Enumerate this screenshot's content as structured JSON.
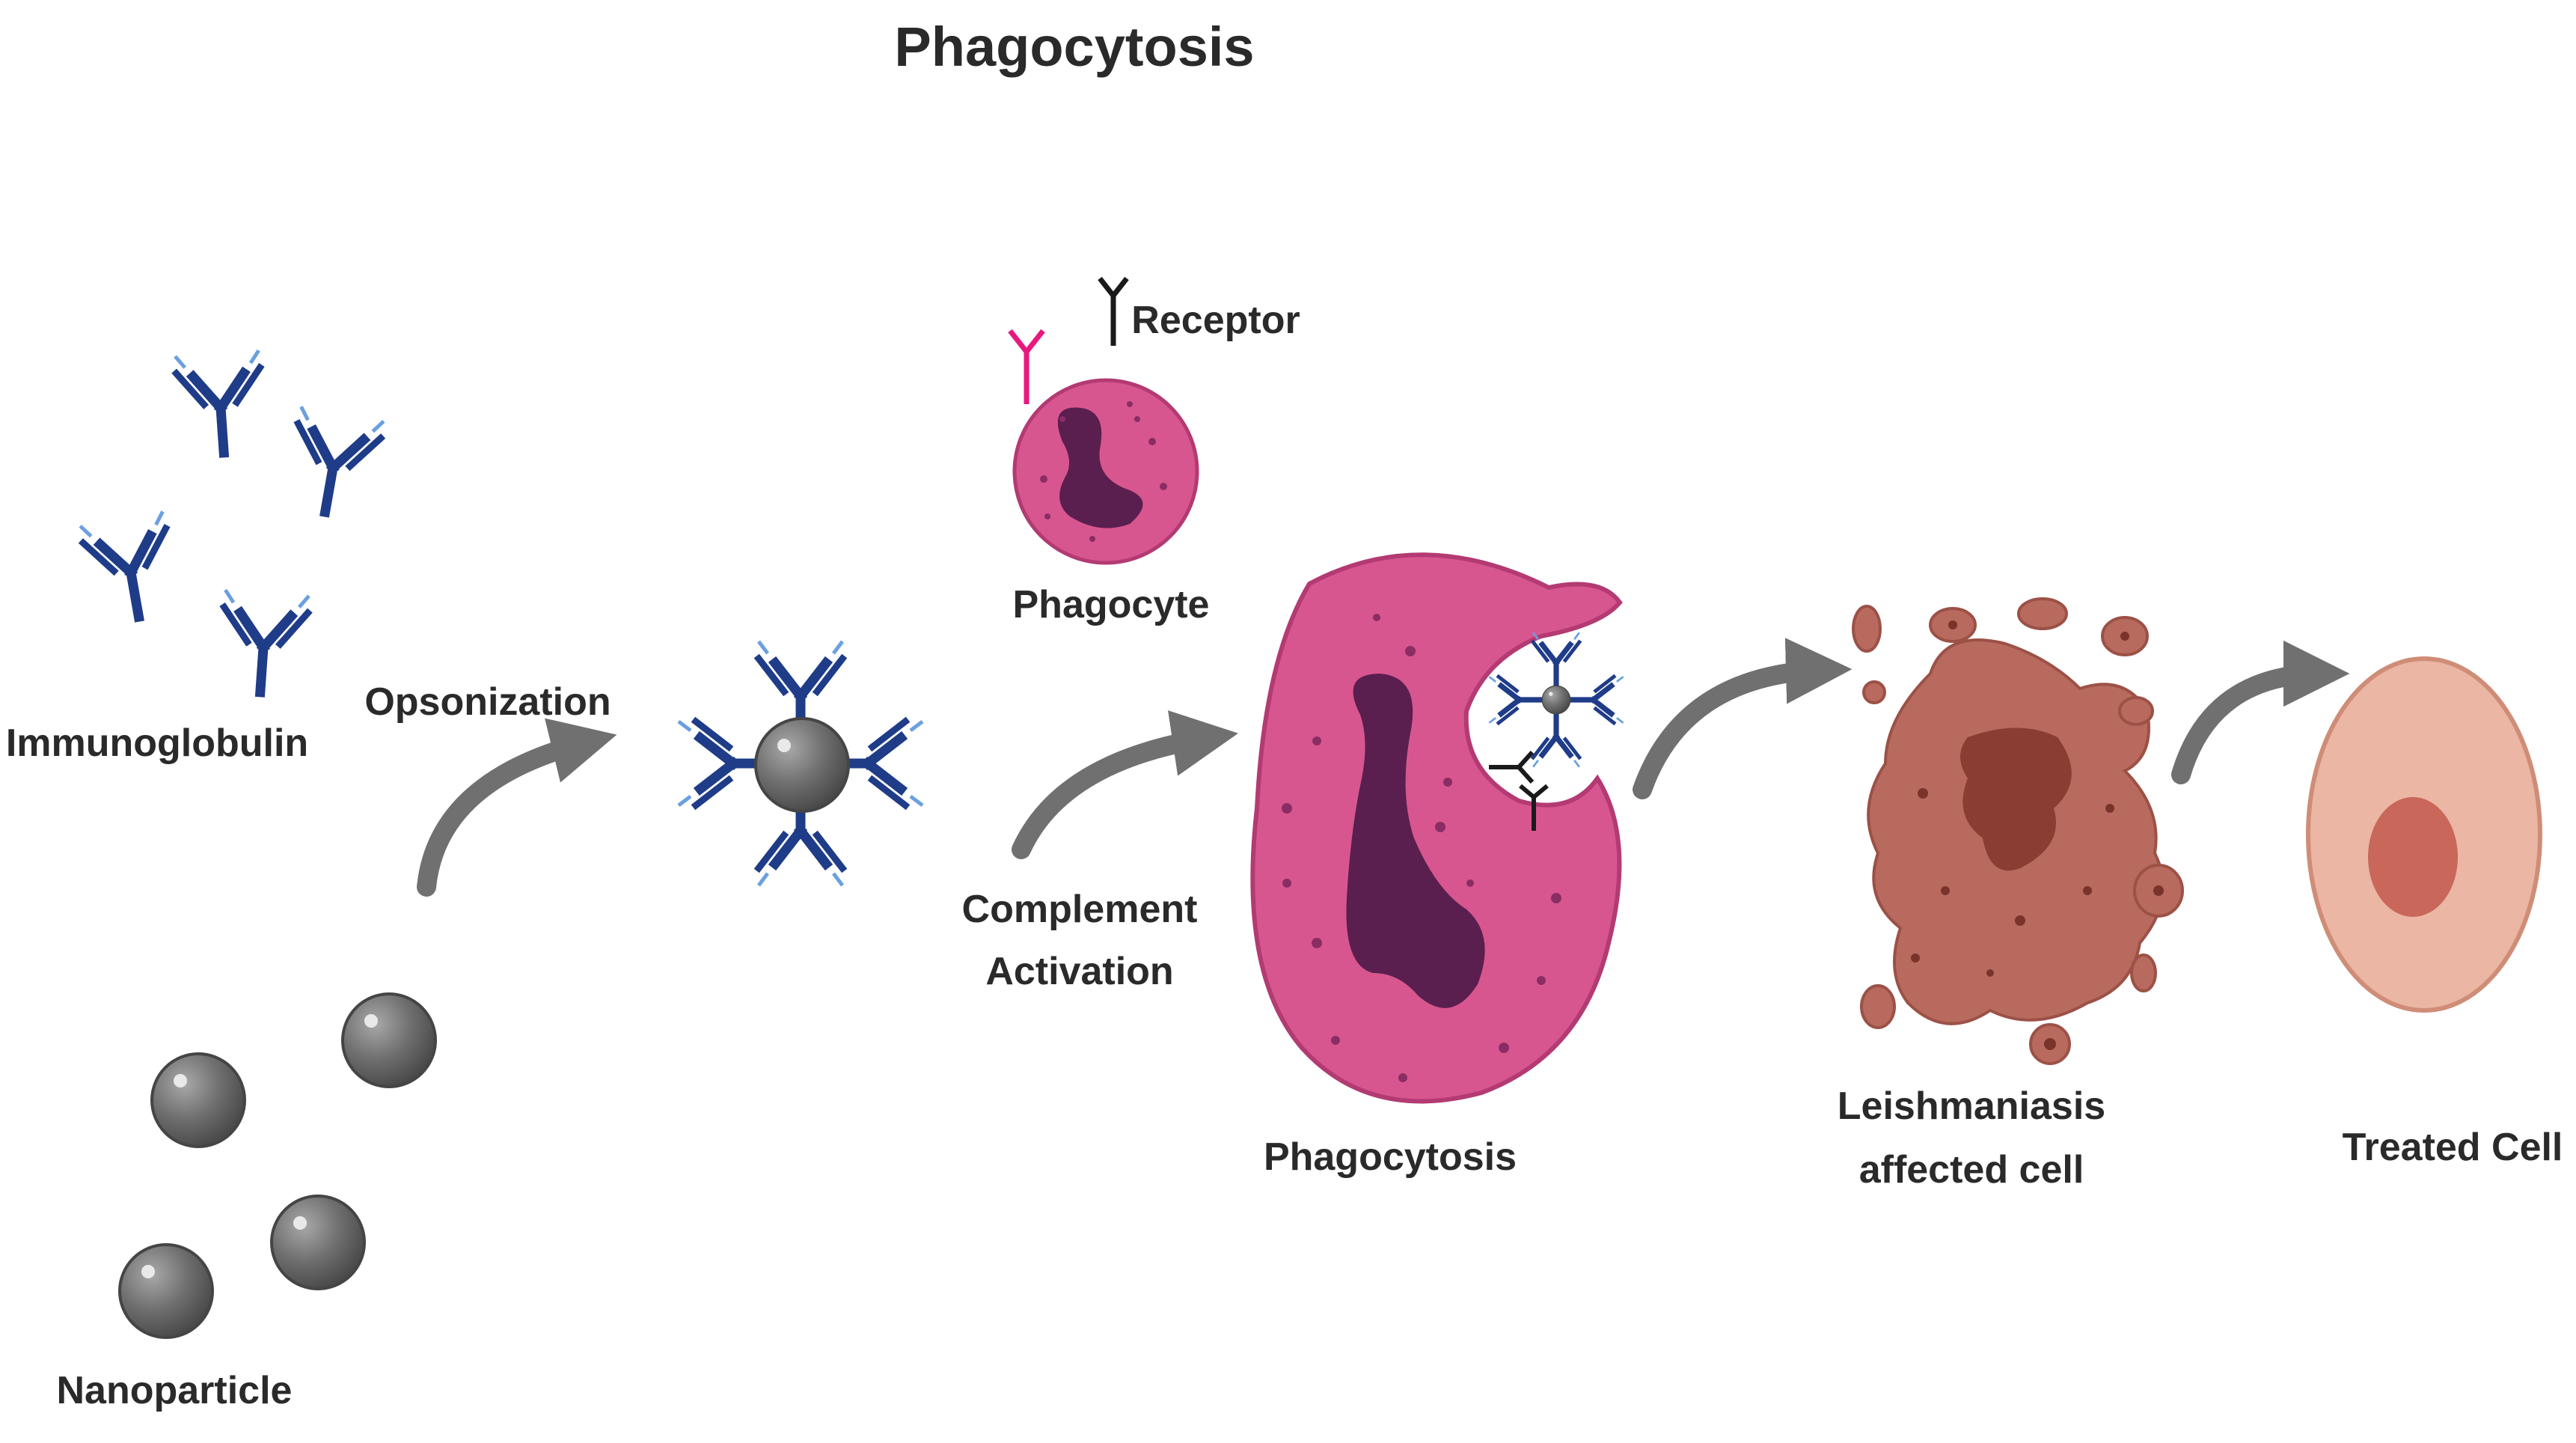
{
  "title": "Phagocytosis",
  "labels": {
    "immunoglobulin": "Immunoglobulin",
    "nanoparticle": "Nanoparticle",
    "opsonization": "Opsonization",
    "receptor": "Receptor",
    "phagocyte": "Phagocyte",
    "complement_line1": "Complement",
    "complement_line2": "Activation",
    "phagocytosis_step": "Phagocytosis",
    "leishmaniasis_line1": "Leishmaniasis",
    "leishmaniasis_line2": "affected cell",
    "treated_cell": "Treated Cell"
  },
  "colors": {
    "antibody": "#1f3c88",
    "antibody_light": "#2f5fb0",
    "nanoparticle": "#6e6e6e",
    "phagocyte": "#d8568f",
    "nucleus": "#5a1f4e",
    "receptor_pink": "#e8197d",
    "arrow": "#707070",
    "infected": "#b86a5e",
    "treated": "#e8b3a2"
  },
  "icons": {
    "arrow": "curved-arrow-icon",
    "antibody": "antibody-icon",
    "nanoparticle": "nanoparticle-icon"
  }
}
